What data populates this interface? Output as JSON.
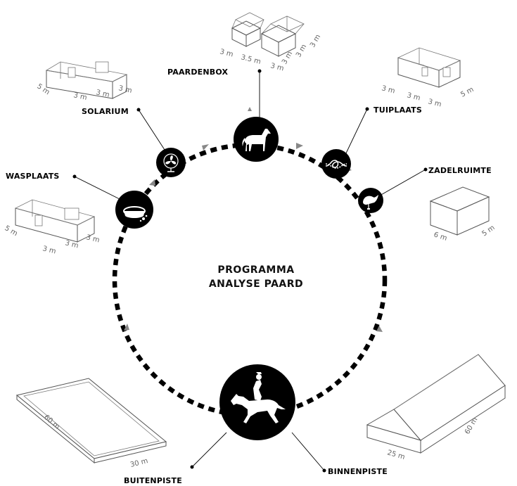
{
  "center": {
    "line1": "PROGRAMMA",
    "line2": "ANALYSE PAARD"
  },
  "stations": {
    "paardenbox": {
      "label": "PAARDENBOX",
      "icon": "horse-icon",
      "dims": [
        "3 m",
        "3.5 m",
        "3 m",
        "3 m",
        "3 m",
        "3 m"
      ]
    },
    "tuiplaats": {
      "label": "TUIPLAATS",
      "icon": "rope-knot-icon",
      "dims": [
        "3 m",
        "3 m",
        "3 m",
        "5 m"
      ]
    },
    "zadelruimte": {
      "label": "ZADELRUIMTE",
      "icon": "saddle-icon",
      "dims": [
        "6 m",
        "5 m"
      ]
    },
    "binnenpiste": {
      "label": "BINNENPISTE",
      "icon": "rider-on-horse-icon",
      "dims": [
        "25 m",
        "60 m"
      ]
    },
    "buitenpiste": {
      "label": "BUITENPISTE",
      "icon": "rider-on-horse-icon",
      "dims": [
        "60 m",
        "30 m"
      ]
    },
    "wasplaats": {
      "label": "WASPLAATS",
      "icon": "wash-tub-icon",
      "dims": [
        "5 m",
        "3 m",
        "3 m",
        "3 m"
      ]
    },
    "solarium": {
      "label": "SOLARIUM",
      "icon": "fan-icon",
      "dims": [
        "5 m",
        "3 m",
        "3 m",
        "3 m"
      ]
    }
  },
  "colors": {
    "ink": "#000000",
    "arrow": "#888888",
    "sketch": "#666666"
  }
}
